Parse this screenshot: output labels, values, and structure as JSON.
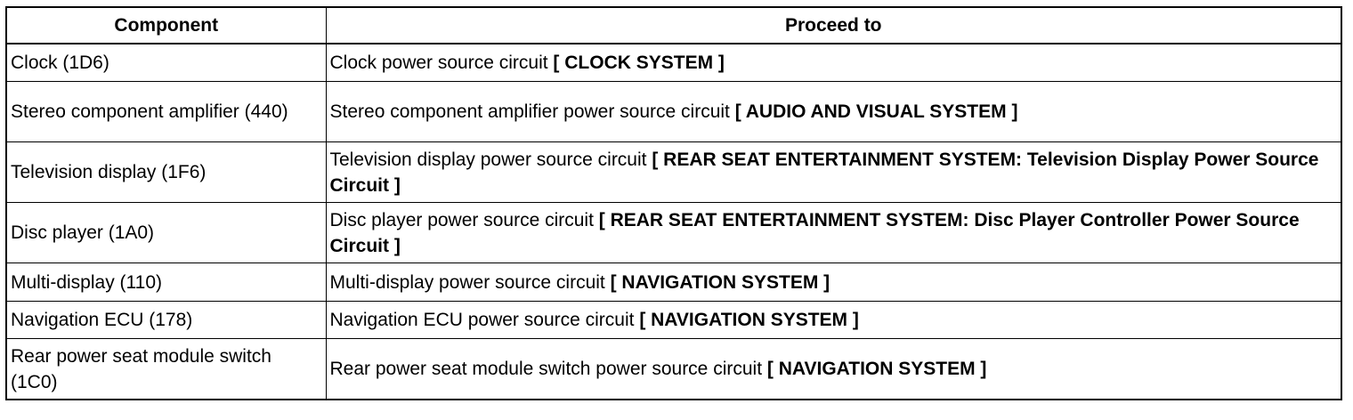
{
  "header": {
    "component": "Component",
    "proceed_to": "Proceed to"
  },
  "rows": [
    {
      "component": "Clock (1D6)",
      "proceed_text": "Clock power source circuit ",
      "proceed_ref": "[ CLOCK SYSTEM ]"
    },
    {
      "component": "Stereo component amplifier (440)",
      "proceed_text": "Stereo component amplifier power source circuit ",
      "proceed_ref": "[ AUDIO AND VISUAL SYSTEM ]"
    },
    {
      "component": "Television display (1F6)",
      "proceed_text": "Television display power source circuit ",
      "proceed_ref": "[ REAR SEAT ENTERTAINMENT SYSTEM: Television Display Power Source Circuit ]"
    },
    {
      "component": "Disc player (1A0)",
      "proceed_text": "Disc player power source circuit ",
      "proceed_ref": "[ REAR SEAT ENTERTAINMENT SYSTEM: Disc Player Controller Power Source Circuit ]"
    },
    {
      "component": "Multi-display (110)",
      "proceed_text": "Multi-display power source circuit ",
      "proceed_ref": "[ NAVIGATION SYSTEM ]"
    },
    {
      "component": "Navigation ECU (178)",
      "proceed_text": "Navigation ECU power source circuit ",
      "proceed_ref": "[ NAVIGATION SYSTEM ]"
    },
    {
      "component": "Rear power seat module switch (1C0)",
      "proceed_text": "Rear power seat module switch power source circuit ",
      "proceed_ref": "[ NAVIGATION SYSTEM ]"
    }
  ]
}
